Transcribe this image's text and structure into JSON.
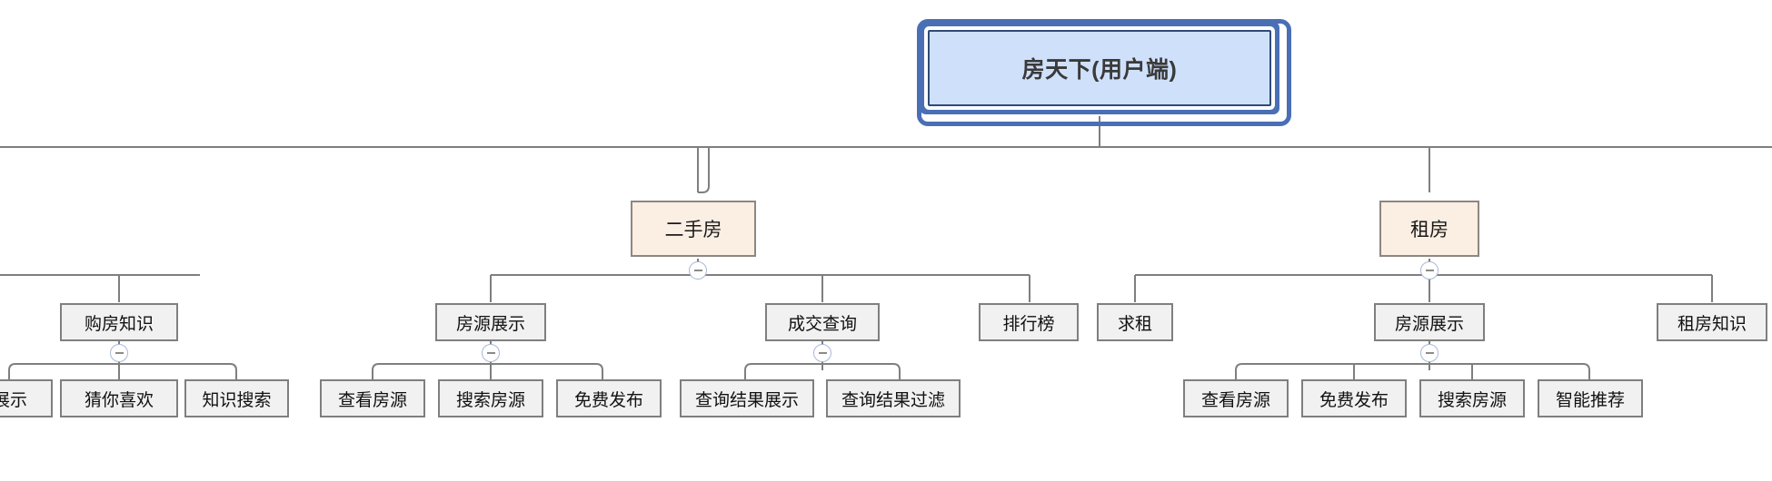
{
  "diagram": {
    "type": "mindmap-tree",
    "title": "房天下(用户端)",
    "colors": {
      "root_fill": "#cfe0fa",
      "root_border": "#2f4b77",
      "root_halo": "#4a6fb5",
      "level1_fill": "#fbeee3",
      "level1_border": "#8d8781",
      "level2_fill": "#f1f1f1",
      "level2_border": "#7f7f7f",
      "connector": "#7f7f7f",
      "toggle_border": "#aab8d8",
      "toggle_sign": "#8a8a8a"
    },
    "toggle_sign": "−"
  },
  "root": {
    "label": "房天下(用户端)"
  },
  "branches": [
    {
      "label": "二手房",
      "collapsible": true,
      "children": [
        {
          "label": "房源展示",
          "collapsible": true,
          "children": [
            {
              "label": "查看房源"
            },
            {
              "label": "搜索房源"
            },
            {
              "label": "免费发布"
            }
          ]
        },
        {
          "label": "成交查询",
          "collapsible": true,
          "children": [
            {
              "label": "查询结果展示"
            },
            {
              "label": "查询结果过滤"
            }
          ]
        },
        {
          "label": "排行榜",
          "collapsible": false,
          "children": []
        }
      ]
    },
    {
      "label": "租房",
      "collapsible": true,
      "children": [
        {
          "label": "求租",
          "collapsible": false,
          "children": []
        },
        {
          "label": "房源展示",
          "collapsible": true,
          "children": [
            {
              "label": "查看房源"
            },
            {
              "label": "免费发布"
            },
            {
              "label": "搜索房源"
            },
            {
              "label": "智能推荐"
            }
          ]
        },
        {
          "label": "租房知识",
          "collapsible": false,
          "children": []
        }
      ]
    }
  ],
  "clipped_left_branch": {
    "note_label": "购房知识",
    "label": "购房知识",
    "collapsible": true,
    "children": [
      {
        "label": "展示"
      },
      {
        "label": "猜你喜欢"
      },
      {
        "label": "知识搜索"
      }
    ]
  }
}
